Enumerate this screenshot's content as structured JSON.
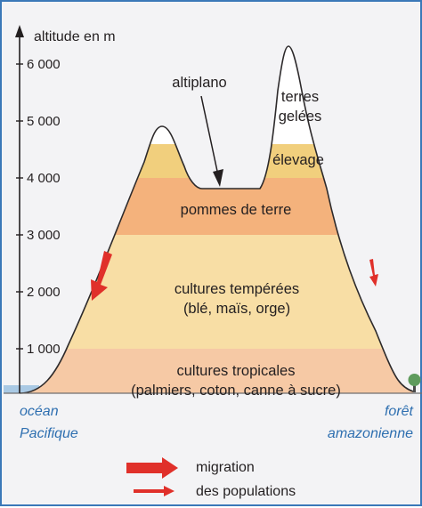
{
  "axis": {
    "title": "altitude en m",
    "ticks": [
      {
        "value": 6000,
        "label": "6 000"
      },
      {
        "value": 5000,
        "label": "5 000"
      },
      {
        "value": 4000,
        "label": "4 000"
      },
      {
        "value": 3000,
        "label": "3 000"
      },
      {
        "value": 2000,
        "label": "2 000"
      },
      {
        "value": 1000,
        "label": "1 000"
      }
    ]
  },
  "zones": {
    "tropical": {
      "line1": "cultures tropicales",
      "line2": "(palmiers, coton, canne à sucre)",
      "color": "#f6c9a5"
    },
    "temperate": {
      "line1": "cultures tempérées",
      "line2": "(blé, maïs, orge)",
      "color": "#f8dea5"
    },
    "potato": {
      "label": "pommes de terre",
      "color": "#f4b27c"
    },
    "livestock": {
      "label": "élevage",
      "color": "#f1cf7d"
    },
    "frozen": {
      "line1": "terres",
      "line2": "gelées",
      "color": "#ffffff"
    }
  },
  "altiplano_label": "altiplano",
  "places": {
    "ocean_line1": "océan",
    "ocean_line2": "Pacifique",
    "forest_line1": "forêt",
    "forest_line2": "amazonienne"
  },
  "legend": {
    "line1": "migration",
    "line2": "des populations"
  },
  "colors": {
    "arrow": "#e0302a",
    "outline": "#2d2a2b",
    "ocean": "#a9c9e4",
    "tree": "#5e9b5c",
    "place_text": "#2e6fb0",
    "border": "#3a78b8"
  }
}
